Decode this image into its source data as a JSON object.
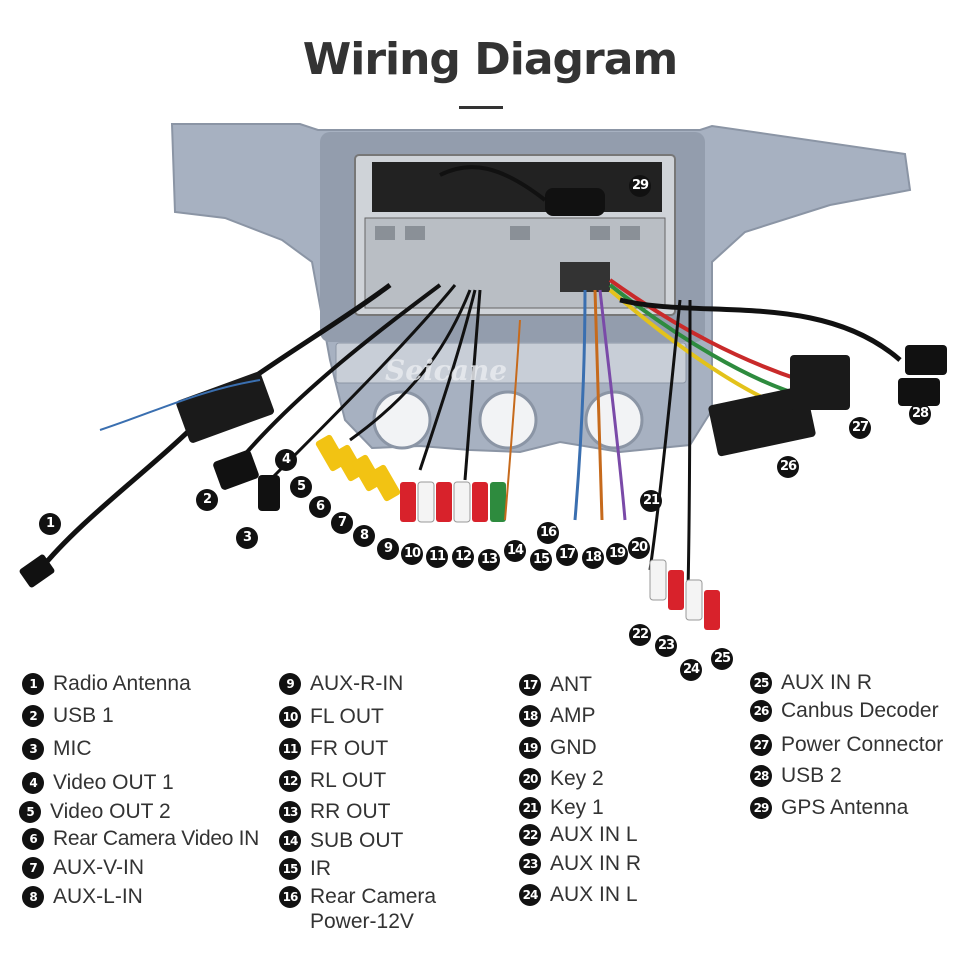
{
  "title": "Wiring Diagram",
  "watermark": "Seicane",
  "colors": {
    "panel": "#a7b1c1",
    "panel_edge": "#8b95a5",
    "badge": "#111111",
    "wire": "#111111",
    "rca_yellow": "#f2c313",
    "rca_red": "#d8222b",
    "rca_white": "#f4f4f4",
    "rca_green": "#2e8b3e"
  },
  "legend": [
    {
      "num": "1",
      "label": "Radio Antenna"
    },
    {
      "num": "2",
      "label": "USB 1"
    },
    {
      "num": "3",
      "label": "MIC"
    },
    {
      "num": "4",
      "label": "Video OUT 1"
    },
    {
      "num": "5",
      "label": "Video OUT 2"
    },
    {
      "num": "6",
      "label": "Rear Camera Video IN"
    },
    {
      "num": "7",
      "label": "AUX-V-IN"
    },
    {
      "num": "8",
      "label": "AUX-L-IN"
    },
    {
      "num": "9",
      "label": "AUX-R-IN"
    },
    {
      "num": "10",
      "label": "FL OUT"
    },
    {
      "num": "11",
      "label": "FR OUT"
    },
    {
      "num": "12",
      "label": "RL OUT"
    },
    {
      "num": "13",
      "label": "RR OUT"
    },
    {
      "num": "14",
      "label": "SUB OUT"
    },
    {
      "num": "15",
      "label": "IR"
    },
    {
      "num": "16",
      "label": "Rear Camera\nPower-12V"
    },
    {
      "num": "17",
      "label": "ANT"
    },
    {
      "num": "18",
      "label": "AMP"
    },
    {
      "num": "19",
      "label": "GND"
    },
    {
      "num": "20",
      "label": "Key 2"
    },
    {
      "num": "21",
      "label": "Key 1"
    },
    {
      "num": "22",
      "label": "AUX IN L"
    },
    {
      "num": "23",
      "label": "AUX IN R"
    },
    {
      "num": "24",
      "label": "AUX IN L"
    },
    {
      "num": "25",
      "label": "AUX IN R"
    },
    {
      "num": "26",
      "label": "Canbus Decoder"
    },
    {
      "num": "27",
      "label": "Power Connector"
    },
    {
      "num": "28",
      "label": "USB 2"
    },
    {
      "num": "29",
      "label": "GPS Antenna"
    }
  ]
}
